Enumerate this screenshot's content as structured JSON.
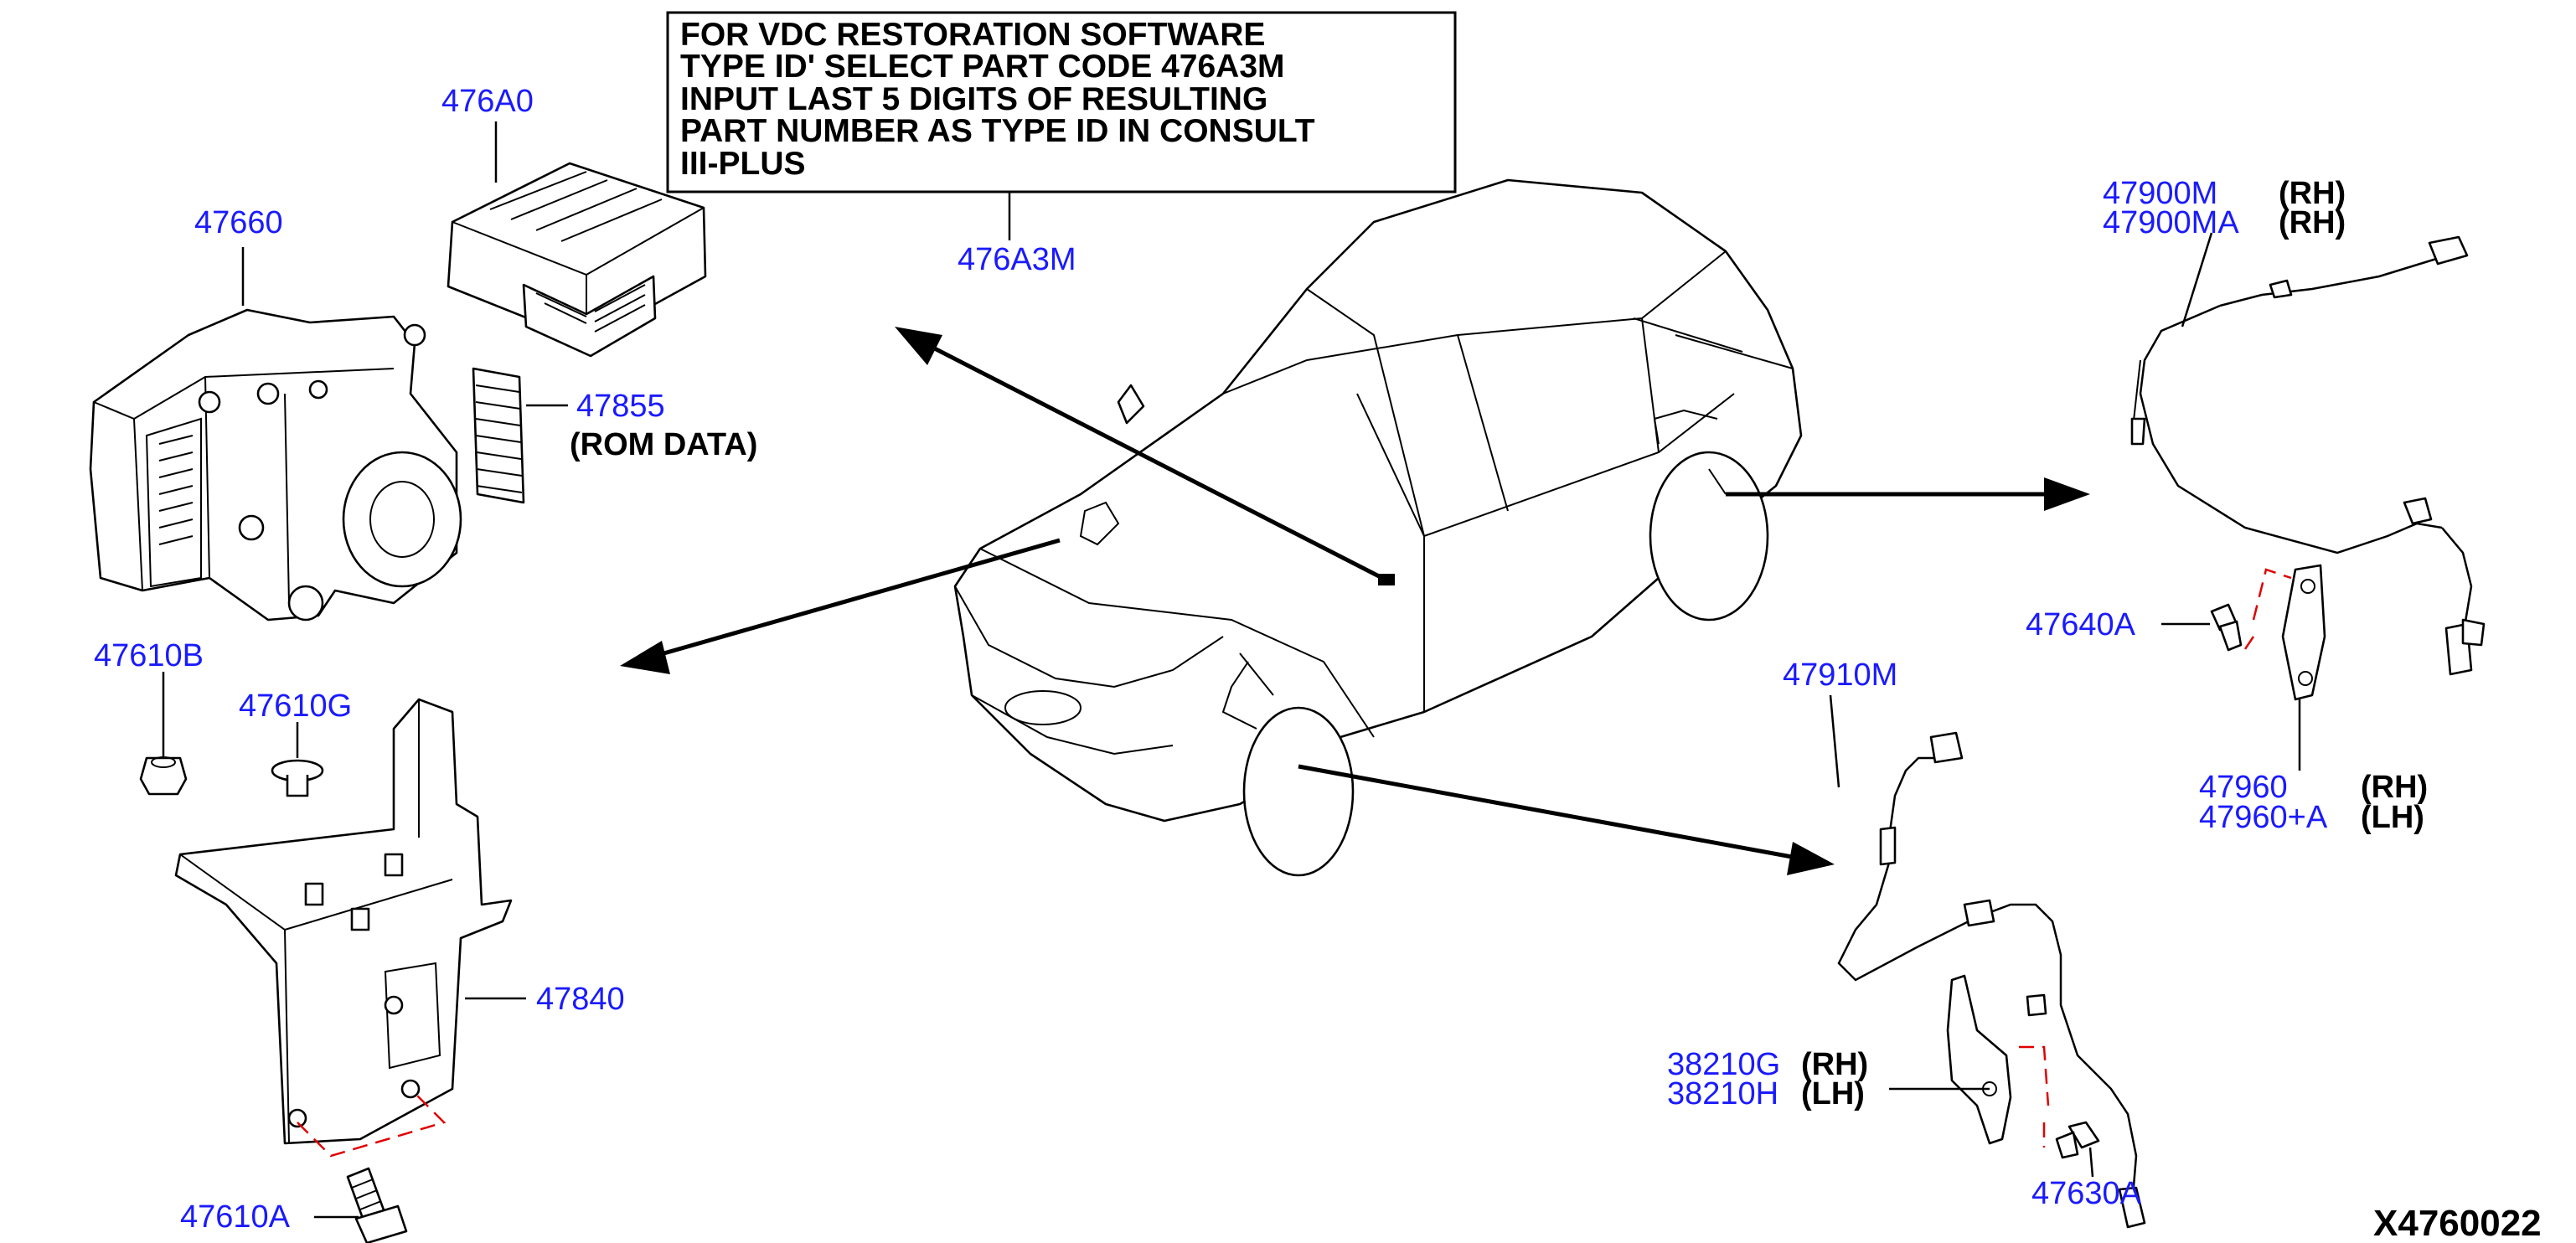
{
  "diagram_code": "X4760022",
  "note_box": {
    "lines": [
      "FOR VDC RESTORATION SOFTWARE",
      "TYPE ID' SELECT PART CODE 476A3M",
      "INPUT LAST 5 DIGITS OF RESULTING",
      "PART NUMBER AS TYPE ID IN CONSULT",
      "III-PLUS"
    ],
    "part": "476A3M"
  },
  "parts": {
    "p476A0": "476A0",
    "p47660": "47660",
    "p47855": "47855",
    "p47855_note": "(ROM DATA)",
    "p47610B": "47610B",
    "p47610G": "47610G",
    "p47840": "47840",
    "p47610A": "47610A",
    "p47900M": "47900M",
    "p47900M_side": "(RH)",
    "p47900MA": "47900MA",
    "p47900MA_side": "(RH)",
    "p47640A": "47640A",
    "p47960": "47960",
    "p47960_side": "(RH)",
    "p47960A": "47960+A",
    "p47960A_side": "(LH)",
    "p47910M": "47910M",
    "p38210G": "38210G",
    "p38210G_side": "(RH)",
    "p38210H": "38210H",
    "p38210H_side": "(LH)",
    "p47630A": "47630A"
  },
  "colors": {
    "label": "#1a1aff",
    "text": "#000000",
    "guide": "#e00000"
  }
}
